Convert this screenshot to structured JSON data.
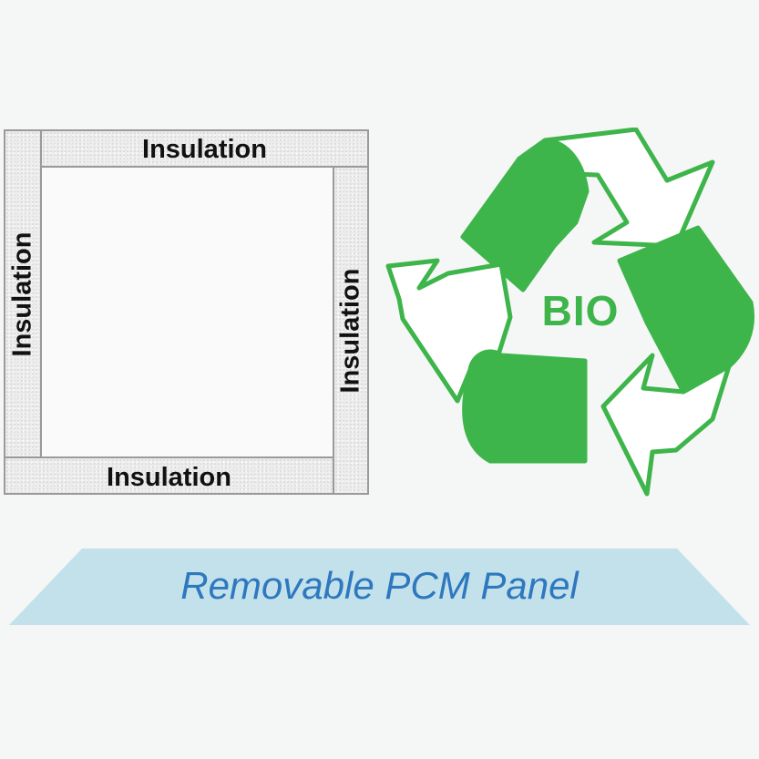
{
  "insulation": {
    "top_label": "Insulation",
    "left_label": "Insulation",
    "right_label": "Insulation",
    "bottom_label": "Insulation"
  },
  "recycle_symbol": {
    "icon": "recycle-icon",
    "label": "BIO",
    "color": "#3db54a"
  },
  "panel": {
    "label": "Removable PCM Panel",
    "fill_color": "#c3e1ea",
    "text_color": "#2e78bf"
  }
}
